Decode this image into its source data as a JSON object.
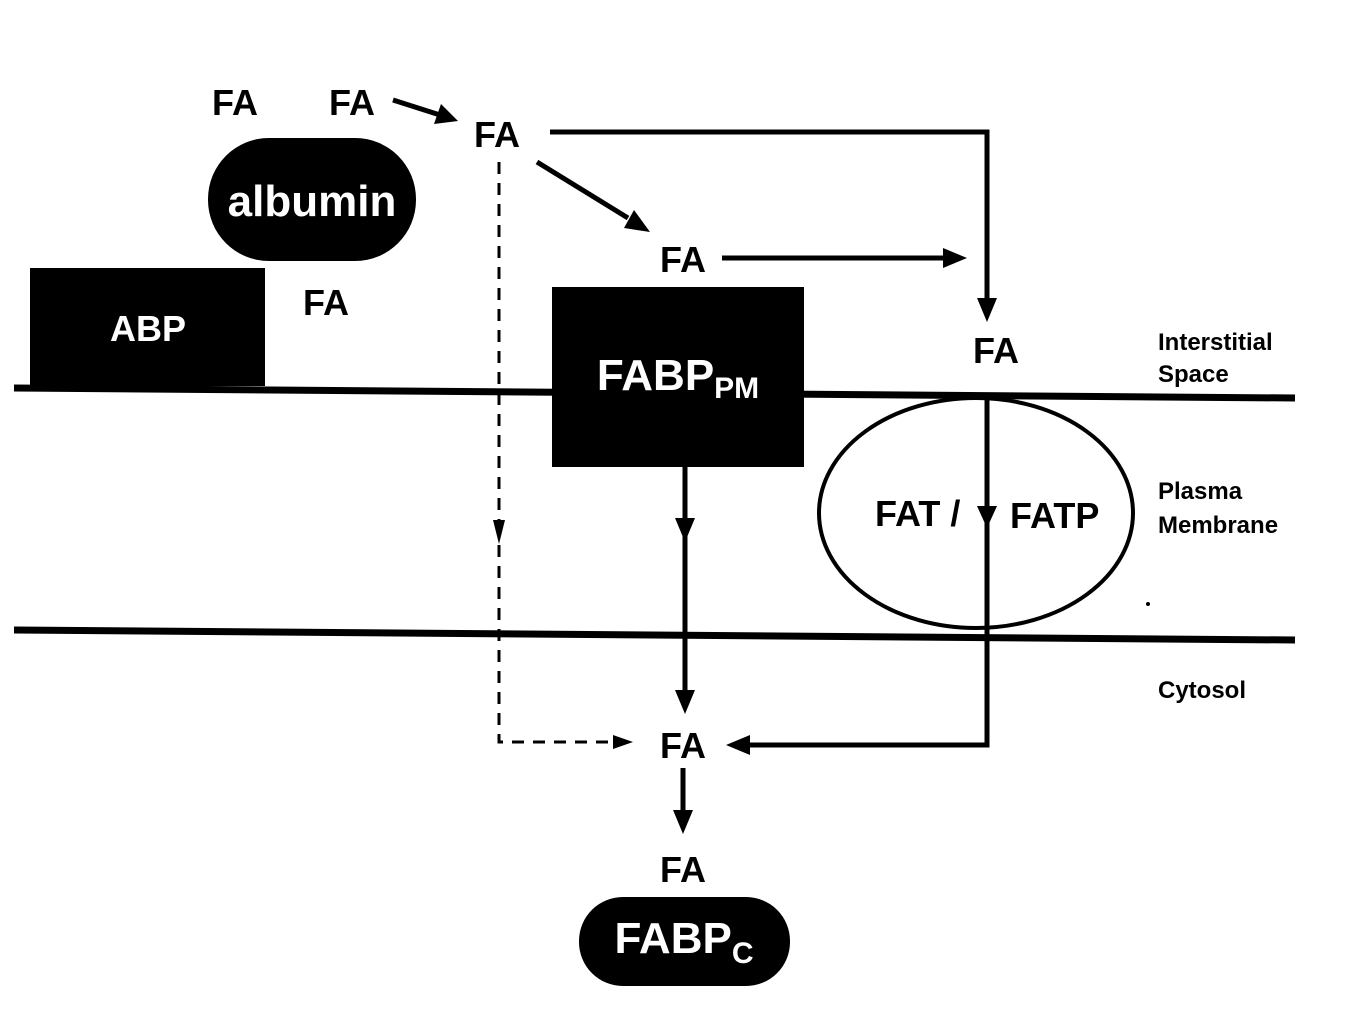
{
  "colors": {
    "ink": "#000000",
    "paper": "#ffffff"
  },
  "fa_label": "FA",
  "proteins": {
    "albumin": "albumin",
    "abp": "ABP",
    "fabp_pm": {
      "base": "FABP",
      "sub": "PM"
    },
    "fat_fatp": {
      "left": "FAT /",
      "right": "FATP"
    },
    "fabp_c": {
      "base": "FABP",
      "sub": "C"
    }
  },
  "regions": {
    "interstitial": [
      "Interstitial",
      "Space"
    ],
    "plasma": [
      "Plasma",
      "Membrane"
    ],
    "cytosol": "Cytosol"
  }
}
